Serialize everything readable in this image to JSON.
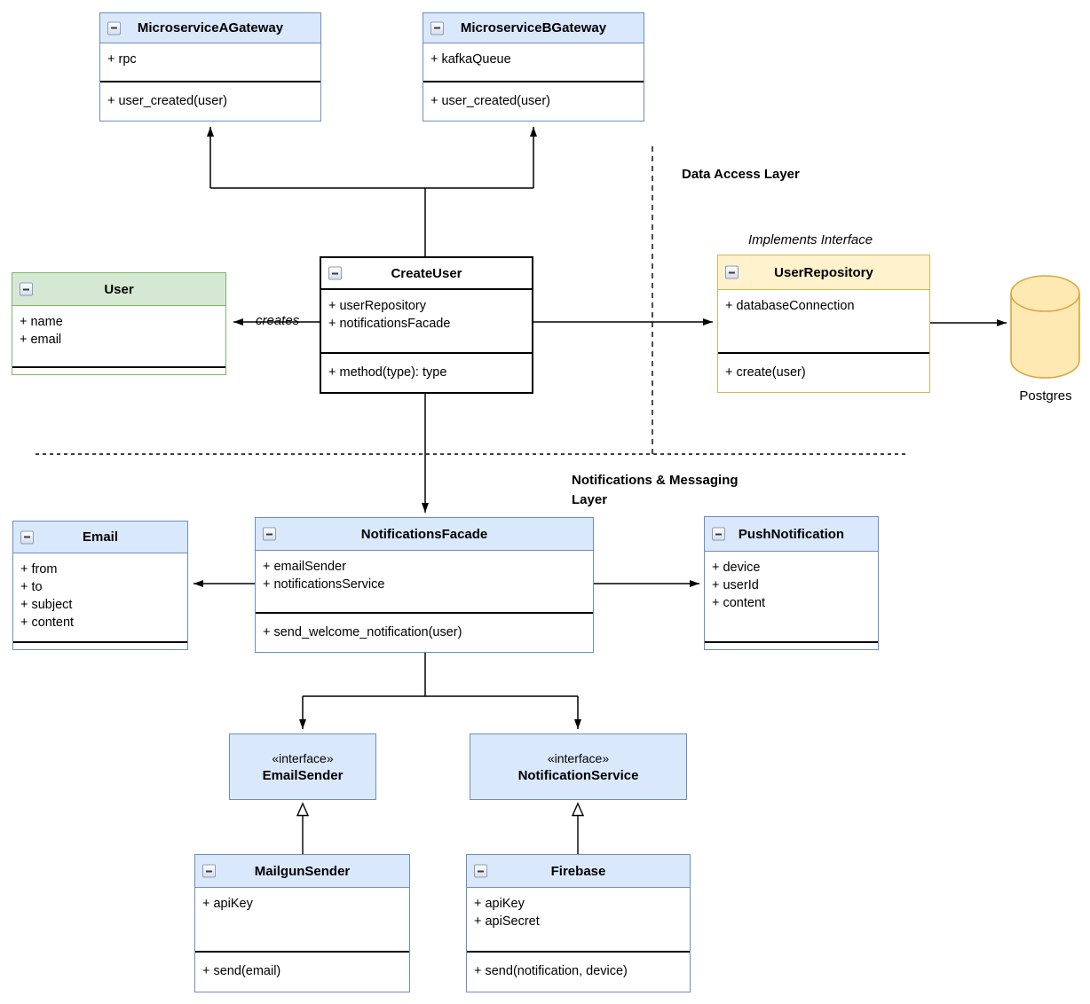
{
  "diagram": {
    "labels": {
      "creates": "creates",
      "data_access_layer": "Data Access Layer",
      "implements_interface": "Implements Interface",
      "notifications_layer_line1": "Notifications & Messaging",
      "notifications_layer_line2": "Layer",
      "postgres": "Postgres"
    },
    "classes": {
      "msa": {
        "title": "MicroserviceAGateway",
        "attributes": [
          "+ rpc"
        ],
        "methods": [
          "+ user_created(user)"
        ]
      },
      "msb": {
        "title": "MicroserviceBGateway",
        "attributes": [
          "+ kafkaQueue"
        ],
        "methods": [
          "+ user_created(user)"
        ]
      },
      "create_user": {
        "title": "CreateUser",
        "attributes": [
          "+ userRepository",
          "+ notificationsFacade"
        ],
        "methods": [
          "+ method(type): type"
        ]
      },
      "user": {
        "title": "User",
        "attributes": [
          "+ name",
          "+ email"
        ],
        "methods": []
      },
      "user_repository": {
        "title": "UserRepository",
        "attributes": [
          "+ databaseConnection"
        ],
        "methods": [
          "+ create(user)"
        ]
      },
      "email": {
        "title": "Email",
        "attributes": [
          "+ from",
          "+ to",
          "+ subject",
          "+ content"
        ],
        "methods": []
      },
      "facade": {
        "title": "NotificationsFacade",
        "attributes": [
          "+ emailSender",
          "+ notificationsService"
        ],
        "methods": [
          "+ send_welcome_notification(user)"
        ]
      },
      "push": {
        "title": "PushNotification",
        "attributes": [
          "+ device",
          "+ userId",
          "+ content"
        ],
        "methods": []
      },
      "mailgun": {
        "title": "MailgunSender",
        "attributes": [
          "+ apiKey"
        ],
        "methods": [
          "+ send(email)"
        ]
      },
      "firebase": {
        "title": "Firebase",
        "attributes": [
          "+ apiKey",
          "+ apiSecret"
        ],
        "methods": [
          "+ send(notification, device)"
        ]
      }
    },
    "interfaces": {
      "email_sender": {
        "stereotype": "«interface»",
        "name": "EmailSender"
      },
      "notification_service": {
        "stereotype": "«interface»",
        "name": "NotificationService"
      }
    },
    "colors": {
      "blue_fill": "#dae8fc",
      "blue_stroke": "#6c8ebf",
      "green_fill": "#d5e8d4",
      "green_stroke": "#82b366",
      "yellow_fill": "#fff2cc",
      "yellow_stroke": "#d6b656",
      "cylinder_fill": "#ffe9b3",
      "cylinder_stroke": "#d6a73f",
      "line": "#000000"
    }
  }
}
